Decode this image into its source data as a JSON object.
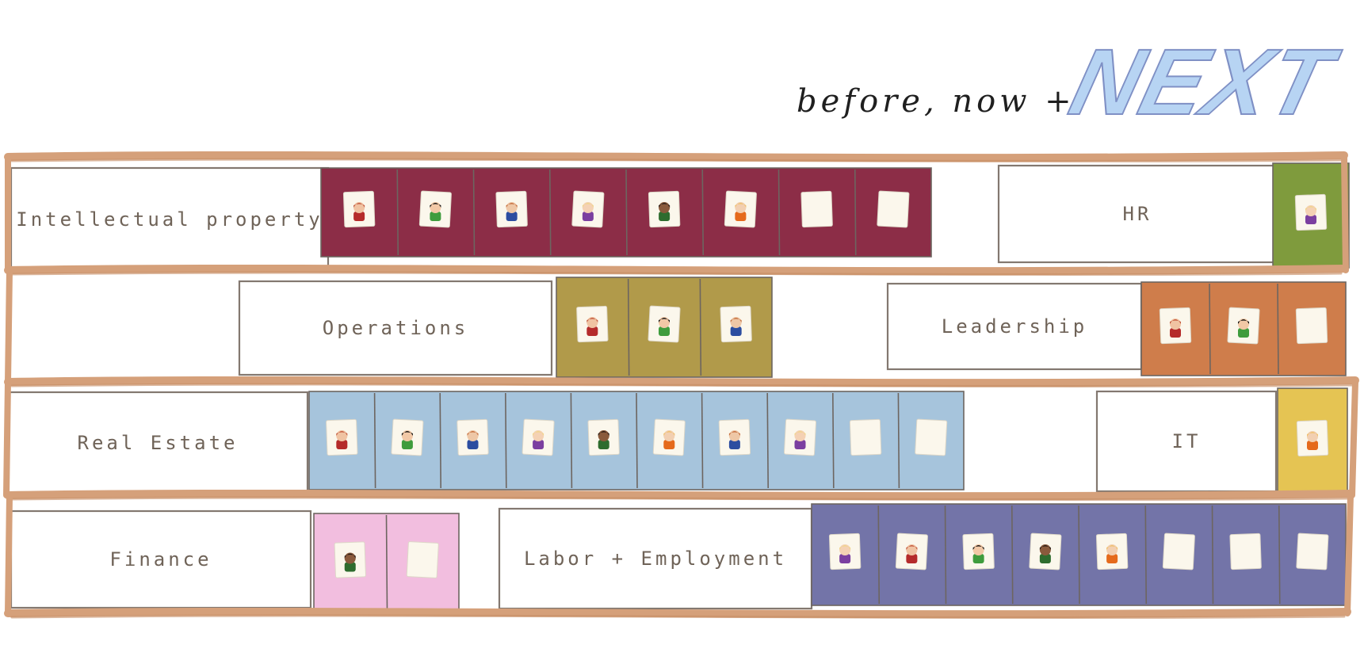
{
  "header": {
    "prefix": "before, now +",
    "emphasis": "NEXT"
  },
  "colors": {
    "shelf": "#d5a07a",
    "outline": "#7b7168",
    "ip": "#8c2d47",
    "hr": "#7f9b3d",
    "operations": "#b19a4a",
    "leadership": "#cf7d4b",
    "real_estate": "#a6c4dc",
    "it": "#e5c453",
    "finance": "#f2bedf",
    "labor": "#7374a8",
    "card": "#fbf7ec"
  },
  "rows": [
    {
      "groups": [
        {
          "id": "ip",
          "label": "Intellectual property",
          "color": "ip",
          "faces": [
            "red",
            "green",
            "blue",
            "purple",
            "dark",
            "orange",
            "blank",
            "blank"
          ]
        },
        {
          "id": "hr",
          "label": "HR",
          "color": "hr",
          "faces": [
            "purple"
          ]
        }
      ]
    },
    {
      "groups": [
        {
          "id": "operations",
          "label": "Operations",
          "color": "operations",
          "faces": [
            "red",
            "green",
            "blue"
          ]
        },
        {
          "id": "leadership",
          "label": "Leadership",
          "color": "leadership",
          "faces": [
            "red",
            "green",
            "blank"
          ]
        }
      ]
    },
    {
      "groups": [
        {
          "id": "real-estate",
          "label": "Real Estate",
          "color": "real_estate",
          "faces": [
            "red",
            "green",
            "blue",
            "purple",
            "dark",
            "orange",
            "blue",
            "purple",
            "blank",
            "blank"
          ]
        },
        {
          "id": "it",
          "label": "IT",
          "color": "it",
          "faces": [
            "orange"
          ]
        }
      ]
    },
    {
      "groups": [
        {
          "id": "finance",
          "label": "Finance",
          "color": "finance",
          "faces": [
            "dark",
            "blank"
          ]
        },
        {
          "id": "labor-employment",
          "label": "Labor + Employment",
          "color": "labor",
          "faces": [
            "purple",
            "red",
            "green",
            "dark",
            "orange",
            "blank",
            "blank",
            "blank"
          ]
        }
      ]
    }
  ]
}
